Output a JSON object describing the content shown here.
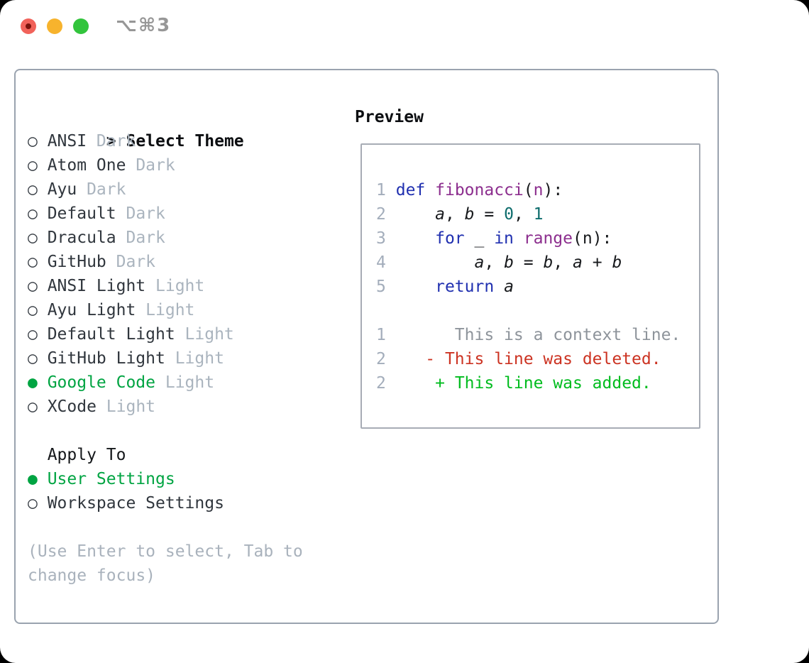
{
  "window": {
    "hotkey": "⌥⌘3",
    "traffic_lights": [
      "close",
      "minimize",
      "zoom"
    ]
  },
  "icons": {
    "radio_unselected": "○",
    "radio_selected": "●",
    "focus_caret": ">"
  },
  "theme_panel": {
    "title": "Select Theme",
    "themes": [
      {
        "name": "ANSI",
        "tag": "Dark",
        "selected": false
      },
      {
        "name": "Atom One",
        "tag": "Dark",
        "selected": false
      },
      {
        "name": "Ayu",
        "tag": "Dark",
        "selected": false
      },
      {
        "name": "Default",
        "tag": "Dark",
        "selected": false
      },
      {
        "name": "Dracula",
        "tag": "Dark",
        "selected": false
      },
      {
        "name": "GitHub",
        "tag": "Dark",
        "selected": false
      },
      {
        "name": "ANSI Light",
        "tag": "Light",
        "selected": false
      },
      {
        "name": "Ayu Light",
        "tag": "Light",
        "selected": false
      },
      {
        "name": "Default Light",
        "tag": "Light",
        "selected": false
      },
      {
        "name": "GitHub Light",
        "tag": "Light",
        "selected": false
      },
      {
        "name": "Google Code",
        "tag": "Light",
        "selected": true
      },
      {
        "name": "XCode",
        "tag": "Light",
        "selected": false
      }
    ],
    "apply_to": {
      "title": "Apply To",
      "options": [
        {
          "name": "User Settings",
          "selected": true
        },
        {
          "name": "Workspace Settings",
          "selected": false
        }
      ]
    },
    "hint_lines": [
      "(Use Enter to select, Tab to",
      "change focus)"
    ]
  },
  "preview": {
    "title": "Preview",
    "code_lines": [
      {
        "num": "1",
        "segments": [
          {
            "t": "def",
            "c": "kw"
          },
          {
            "t": " ",
            "c": "pl"
          },
          {
            "t": "fibonacci",
            "c": "fn"
          },
          {
            "t": "(",
            "c": "pl"
          },
          {
            "t": "n",
            "c": "fn"
          },
          {
            "t": "):",
            "c": "pl"
          }
        ]
      },
      {
        "num": "2",
        "segments": [
          {
            "t": "    ",
            "c": "pl"
          },
          {
            "t": "a",
            "c": "var"
          },
          {
            "t": ", ",
            "c": "pl"
          },
          {
            "t": "b",
            "c": "var"
          },
          {
            "t": " = ",
            "c": "pl"
          },
          {
            "t": "0",
            "c": "num"
          },
          {
            "t": ", ",
            "c": "pl"
          },
          {
            "t": "1",
            "c": "num"
          }
        ]
      },
      {
        "num": "3",
        "segments": [
          {
            "t": "    ",
            "c": "pl"
          },
          {
            "t": "for",
            "c": "kw"
          },
          {
            "t": " _ ",
            "c": "pl"
          },
          {
            "t": "in",
            "c": "kw"
          },
          {
            "t": " ",
            "c": "pl"
          },
          {
            "t": "range",
            "c": "fn"
          },
          {
            "t": "(n):",
            "c": "pl"
          }
        ]
      },
      {
        "num": "4",
        "segments": [
          {
            "t": "        ",
            "c": "pl"
          },
          {
            "t": "a",
            "c": "var"
          },
          {
            "t": ", ",
            "c": "pl"
          },
          {
            "t": "b",
            "c": "var"
          },
          {
            "t": " = ",
            "c": "pl"
          },
          {
            "t": "b",
            "c": "var"
          },
          {
            "t": ", ",
            "c": "pl"
          },
          {
            "t": "a",
            "c": "var"
          },
          {
            "t": " + ",
            "c": "pl"
          },
          {
            "t": "b",
            "c": "var"
          }
        ]
      },
      {
        "num": "5",
        "segments": [
          {
            "t": "    ",
            "c": "pl"
          },
          {
            "t": "return",
            "c": "kw"
          },
          {
            "t": " ",
            "c": "pl"
          },
          {
            "t": "a",
            "c": "var"
          }
        ]
      }
    ],
    "diff_lines": [
      {
        "num": "1",
        "pre": "       ",
        "marker": "",
        "text": "This is a context line.",
        "type": "ctx"
      },
      {
        "num": "2",
        "pre": "    ",
        "marker": "- ",
        "text": "This line was deleted.",
        "type": "del"
      },
      {
        "num": "2",
        "pre": "     ",
        "marker": "+ ",
        "text": "This line was added.",
        "type": "add"
      }
    ]
  },
  "colors": {
    "accent_green": "#00a442",
    "diff_added": "#00bc1e",
    "diff_deleted": "#cc3322",
    "diff_context": "#8e949b",
    "code_keyword": "#2030b0",
    "code_function": "#8c2e8e",
    "code_number": "#0d6c6c",
    "muted_gray": "#aab4be",
    "panel_border": "#9aa3af",
    "traffic_red": "#f1625a",
    "traffic_yellow": "#f7b32d",
    "traffic_green": "#32c43c"
  }
}
